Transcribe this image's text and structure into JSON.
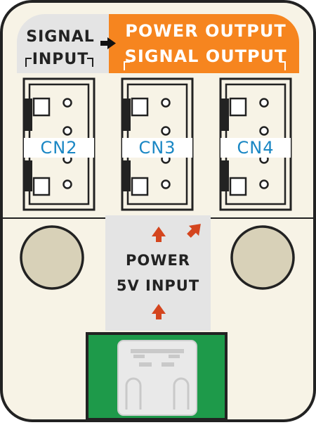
{
  "signal_input": {
    "line1": "SIGNAL",
    "line2": "INPUT"
  },
  "output_labels": {
    "line1": "POWER OUTPUT",
    "line2": "SIGNAL OUTPUT"
  },
  "connectors": [
    {
      "label": "CN2"
    },
    {
      "label": "CN3"
    },
    {
      "label": "CN4"
    }
  ],
  "power_input": {
    "line1": "POWER",
    "line2": "5V INPUT"
  },
  "colors": {
    "board_bg": "#f7f3e6",
    "outline": "#222222",
    "orange": "#f6851f",
    "grey_panel": "#e4e4e4",
    "arrow_red": "#d4451e",
    "pad_fill": "#d8d1b8",
    "usb_green": "#1e9a4a",
    "connector_label": "#1a87c4"
  },
  "icons": [
    "right-arrow-icon",
    "up-arrow-icon",
    "diagonal-arrow-icon",
    "mounting-hole-icon",
    "usb-c-icon"
  ]
}
